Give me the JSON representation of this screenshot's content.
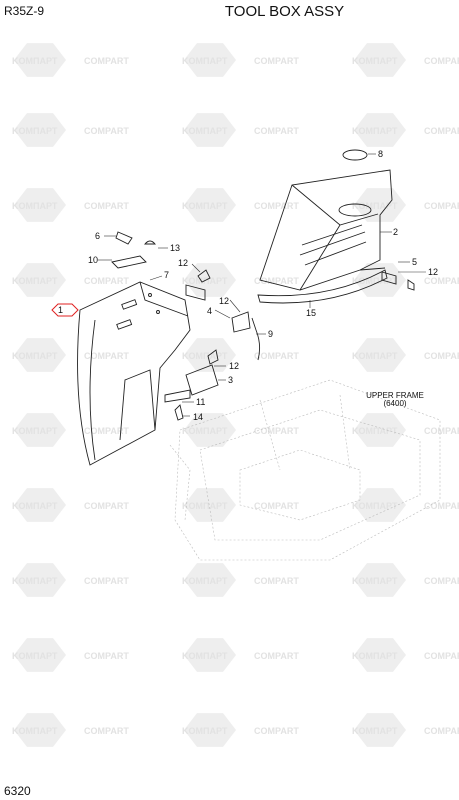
{
  "header": {
    "model": "R35Z-9",
    "title": "TOOL BOX ASSY"
  },
  "footer": {
    "page_number": "6320"
  },
  "reference": {
    "line1": "UPPER FRAME",
    "line2": "(6400)"
  },
  "watermark": {
    "text_a": "KOMПАРТ",
    "text_b": "COMPART"
  },
  "callouts": [
    "1",
    "2",
    "3",
    "4",
    "5",
    "6",
    "7",
    "8",
    "9",
    "10",
    "11",
    "12",
    "12",
    "12",
    "12",
    "13",
    "14",
    "15"
  ],
  "highlight_color": "#e02020"
}
